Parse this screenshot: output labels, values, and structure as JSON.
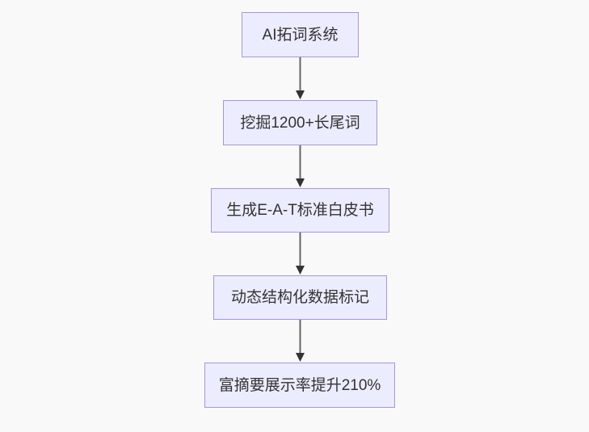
{
  "page": {
    "background_color": "#f9f9f9"
  },
  "diagram": {
    "type": "flowchart",
    "direction": "top-down",
    "node_style": {
      "fill_color": "#ececff",
      "border_color": "#a795da",
      "text_color": "#333333"
    },
    "edge_style": {
      "line_color": "#666666",
      "arrowhead_color": "#333333"
    },
    "nodes": [
      {
        "label": "AI拓词系统"
      },
      {
        "label": "挖掘1200+长尾词"
      },
      {
        "label": "生成E-A-T标准白皮书"
      },
      {
        "label": "动态结构化数据标记"
      },
      {
        "label": "富摘要展示率提升210%"
      }
    ],
    "edges": [
      {
        "from": "AI拓词系统",
        "to": "挖掘1200+长尾词",
        "direction": "down"
      },
      {
        "from": "挖掘1200+长尾词",
        "to": "生成E-A-T标准白皮书",
        "direction": "down"
      },
      {
        "from": "生成E-A-T标准白皮书",
        "to": "动态结构化数据标记",
        "direction": "down"
      },
      {
        "from": "动态结构化数据标记",
        "to": "富摘要展示率提升210%",
        "direction": "down"
      }
    ]
  }
}
